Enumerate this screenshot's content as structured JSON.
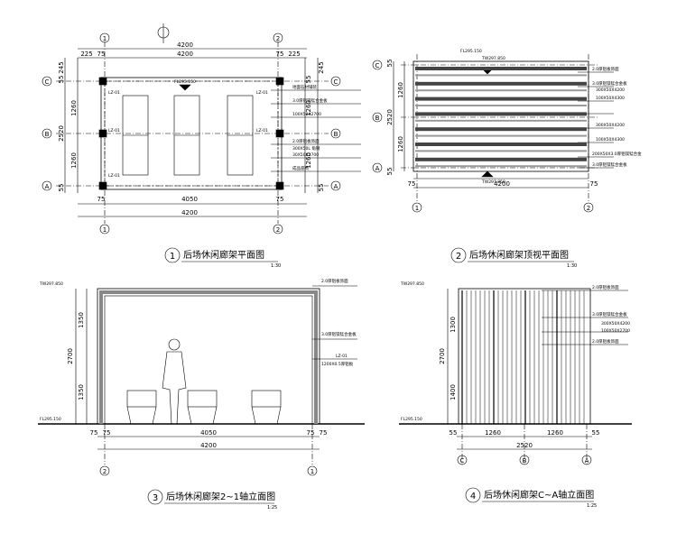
{
  "panel_plan": {
    "dims_top_total": "4200",
    "dims_top_parts": [
      "225",
      "75",
      "4200",
      "75",
      "225"
    ],
    "dims_bottom_parts": [
      "75",
      "4050",
      "75"
    ],
    "dims_bottom_total": "4200",
    "dims_left": [
      "245",
      "55",
      "1260",
      "2520",
      "1260",
      "55"
    ],
    "dims_right": [
      "245",
      "55",
      "1260",
      "1260",
      "55"
    ],
    "grid_cols": [
      "1",
      "2"
    ],
    "grid_rows": [
      "C",
      "B",
      "A"
    ],
    "column_tags": [
      "LZ-01",
      "LZ-01",
      "LZ-01",
      "LZ-01",
      "LZ-01"
    ],
    "level": "FL295.150",
    "notes": [
      "地面石材铺装",
      "3.0厚铝镁锰合金板",
      "100X50X2700",
      "2.0厚铝板饰面",
      "300X50L 角钢",
      "30X50X2700",
      "成品座椅"
    ],
    "caption_num": "1",
    "caption": "后场休闲廊架平面图",
    "scale": "1:30"
  },
  "panel_ceiling": {
    "level": "FL295.150",
    "level2": "TW297.850",
    "level3": "TW297.850",
    "dims_left": [
      "55",
      "1260",
      "2520",
      "1260",
      "55"
    ],
    "dims_bottom": [
      "75",
      "4200",
      "75"
    ],
    "grid_cols": [
      "1",
      "2"
    ],
    "grid_rows": [
      "C",
      "B",
      "A"
    ],
    "notes": [
      "2.0厚铝板饰面",
      "3.0厚铝镁锰合金板",
      "300X50X4200",
      "100X50X4300",
      "300X50X4200",
      "100X50X4300",
      "200X50X3.0厚铝镁锰合金",
      "3.0厚铝镁锰合金板"
    ],
    "caption_num": "2",
    "caption": "后场休闲廊架顶视平面图",
    "scale": "1:30"
  },
  "panel_elev_2_1": {
    "level_top": "TW297.850",
    "level_bottom": "FL295.150",
    "dims_left": [
      "1350",
      "2700",
      "1350"
    ],
    "dims_bottom_parts": [
      "75",
      "75",
      "4050",
      "75",
      "75"
    ],
    "dims_bottom_total": "4200",
    "grid_cols": [
      "2",
      "1"
    ],
    "notes": [
      "2.0厚铝板饰面",
      "3.0厚铝镁锰合金板",
      "LZ-01",
      "1200X0.5厚铝板"
    ],
    "caption_num": "3",
    "caption": "后场休闲廊架2~1轴立面图",
    "scale": "1:25"
  },
  "panel_elev_c_a": {
    "level_top": "TW297.850",
    "level_bottom": "FL295.150",
    "dims_left": [
      "1300",
      "2700",
      "1400"
    ],
    "dims_bottom_parts": [
      "55",
      "1260",
      "1260",
      "55"
    ],
    "dims_bottom_total": "2520",
    "grid_cols": [
      "C",
      "B",
      "A"
    ],
    "notes": [
      "2.0厚铝板饰面",
      "3.0厚铝镁锰合金板",
      "300X50X4200",
      "100X50X2700",
      "2.0厚铝板饰面"
    ],
    "caption_num": "4",
    "caption": "后场休闲廊架C~A轴立面图",
    "scale": "1:25"
  }
}
